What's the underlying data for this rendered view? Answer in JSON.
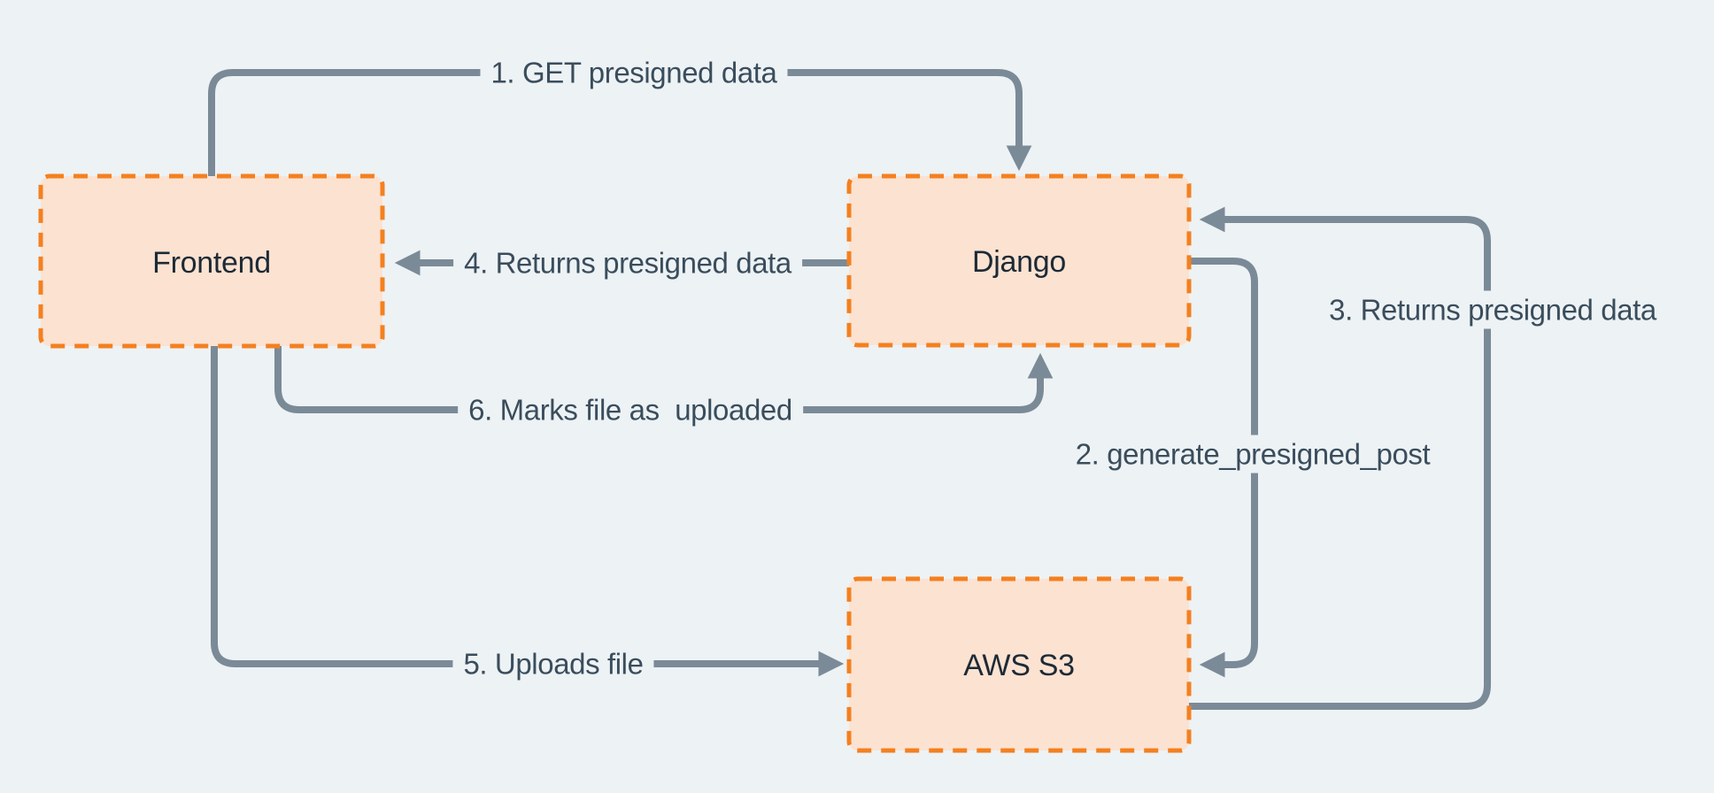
{
  "diagram": {
    "title": "Presigned upload flow (Frontend / Django / AWS S3)",
    "background": "#edf2f5"
  },
  "colors": {
    "box_fill": "#fce2d1",
    "box_border": "#f4801f",
    "arrow": "#7b8a97",
    "edge_label_text": "#3a4d5c",
    "node_label_text": "#1d2a36"
  },
  "nodes": {
    "frontend": {
      "label": "Frontend"
    },
    "django": {
      "label": "Django"
    },
    "aws_s3": {
      "label": "AWS S3"
    }
  },
  "edges": {
    "e1": {
      "label": "1. GET presigned data",
      "from": "Frontend",
      "to": "Django"
    },
    "e2": {
      "label": "2. generate_presigned_post",
      "from": "Django",
      "to": "AWS S3"
    },
    "e3": {
      "label": "3. Returns presigned data",
      "from": "AWS S3",
      "to": "Django"
    },
    "e4": {
      "label": "4. Returns presigned data",
      "from": "Django",
      "to": "Frontend"
    },
    "e5": {
      "label": "5. Uploads file",
      "from": "Frontend",
      "to": "AWS S3"
    },
    "e6": {
      "label": "6. Marks file as  uploaded",
      "from": "Frontend",
      "to": "Django"
    }
  }
}
